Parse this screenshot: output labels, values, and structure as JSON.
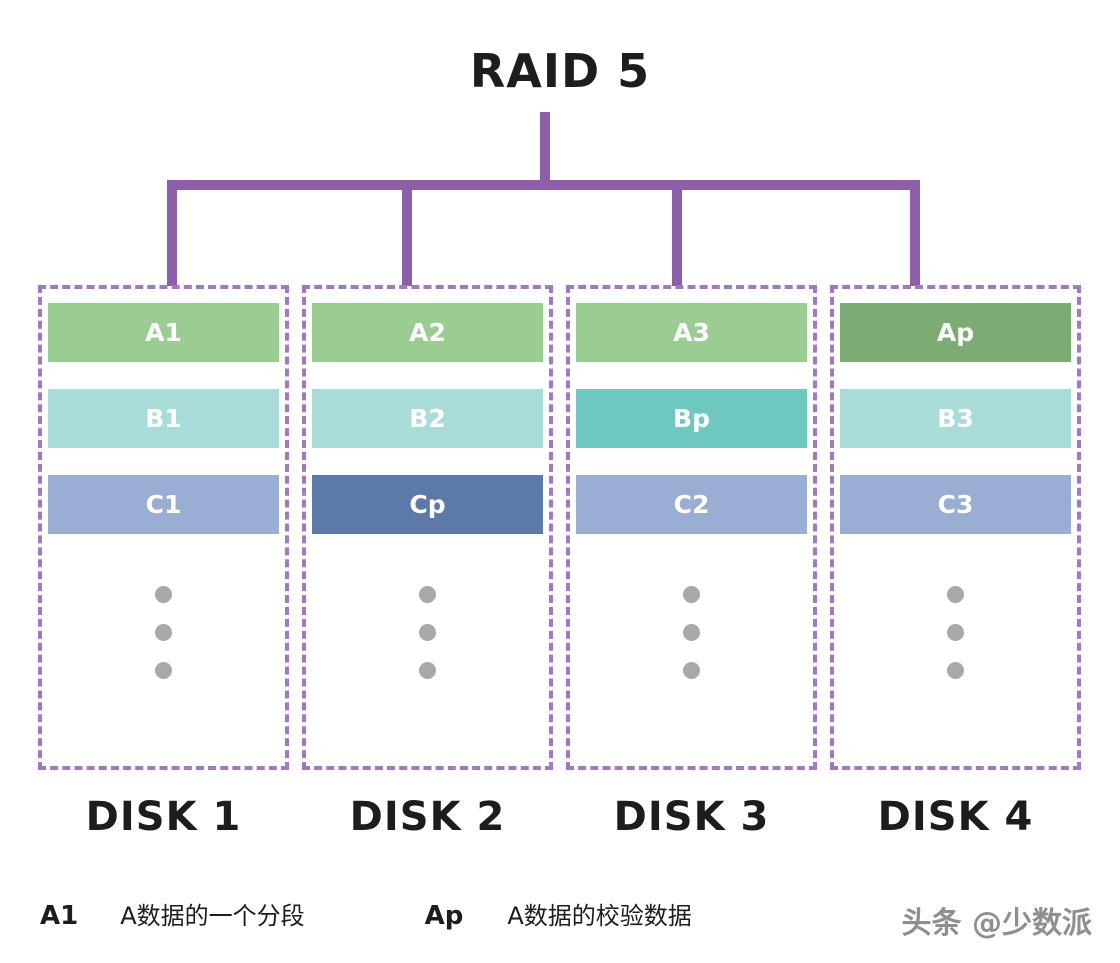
{
  "title": "RAID 5",
  "colors": {
    "accent": "#8d5fa8",
    "dash": "#a478bf",
    "dot": "#a9a9a9",
    "text": "#1d1d1d",
    "watermark": "#8f8f8f",
    "stripe_green": "#9bcd93",
    "stripe_green_parity": "#7cab74",
    "stripe_teal": "#a9dbd8",
    "stripe_teal_parity": "#6ec8c0",
    "stripe_blue": "#9aaed3",
    "stripe_blue_parity": "#5d79a7"
  },
  "disks": [
    {
      "label": "DISK 1",
      "blocks": [
        {
          "label": "A1",
          "color": "#9bcd93"
        },
        {
          "label": "B1",
          "color": "#a9dbd8"
        },
        {
          "label": "C1",
          "color": "#9aaed3"
        }
      ]
    },
    {
      "label": "DISK 2",
      "blocks": [
        {
          "label": "A2",
          "color": "#9bcd93"
        },
        {
          "label": "B2",
          "color": "#a9dbd8"
        },
        {
          "label": "Cp",
          "color": "#5d79a7"
        }
      ]
    },
    {
      "label": "DISK 3",
      "blocks": [
        {
          "label": "A3",
          "color": "#9bcd93"
        },
        {
          "label": "Bp",
          "color": "#6ec8c0"
        },
        {
          "label": "C2",
          "color": "#9aaed3"
        }
      ]
    },
    {
      "label": "DISK 4",
      "blocks": [
        {
          "label": "Ap",
          "color": "#7cab74"
        },
        {
          "label": "B3",
          "color": "#a9dbd8"
        },
        {
          "label": "C3",
          "color": "#9aaed3"
        }
      ]
    }
  ],
  "legend": [
    {
      "key": "A1",
      "text": "A数据的一个分段"
    },
    {
      "key": "Ap",
      "text": "A数据的校验数据"
    }
  ],
  "watermark": "头条 @少数派"
}
